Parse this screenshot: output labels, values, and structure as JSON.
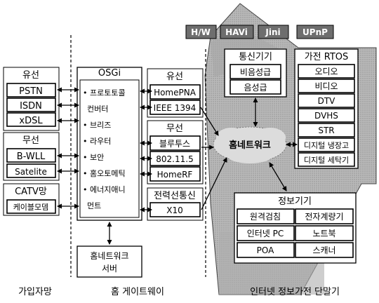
{
  "top_tags": [
    "H/W",
    "HAVi",
    "Jini",
    "UPnP"
  ],
  "access": {
    "wired": {
      "title": "유선",
      "items": [
        "PSTN",
        "ISDN",
        "xDSL"
      ]
    },
    "wireless": {
      "title": "무선",
      "items": [
        "B-WLL",
        "Satelite"
      ]
    },
    "catv": {
      "title": "CATV망",
      "items": [
        "케이블모뎀"
      ]
    }
  },
  "osgi": {
    "title": "OSGi",
    "lines": [
      "• 프로토토콜",
      "컨버터",
      "• 브리즈",
      "• 라우터",
      "• 보안",
      "• 홈오토메틱",
      "• 에너지애니",
      "먼트"
    ]
  },
  "home_wired": {
    "title": "유선",
    "items": [
      "HomePNA",
      "IEEE 1394"
    ]
  },
  "home_wireless": {
    "title": "무선",
    "items": [
      "블루투스",
      "802.11.5",
      "HomeRF"
    ]
  },
  "powerline": {
    "title": "전력선통신",
    "items": [
      "X10"
    ]
  },
  "home_network_server": {
    "line1": "홈네트워크",
    "line2": "서버"
  },
  "comm_devices": {
    "title": "통신기기",
    "items": [
      "비음성급",
      "음성급"
    ]
  },
  "appliance_rtos": {
    "title": "가전 RTOS",
    "items": [
      "오디오",
      "비디오",
      "DTV",
      "DVHS",
      "STR",
      "디지털 냉장고",
      "디지털 세탁기"
    ]
  },
  "home_network_center": "홈네트워크",
  "info_devices": {
    "title": "정보기기",
    "rows": [
      [
        "원격검침",
        "전자계량기"
      ],
      [
        "인터넷 PC",
        "노트북"
      ],
      [
        "POA",
        "스캐너"
      ]
    ]
  },
  "footer": {
    "left": "가입자망",
    "middle": "홈 게이트웨이",
    "right": "인터넷 정보가전 단말기"
  }
}
